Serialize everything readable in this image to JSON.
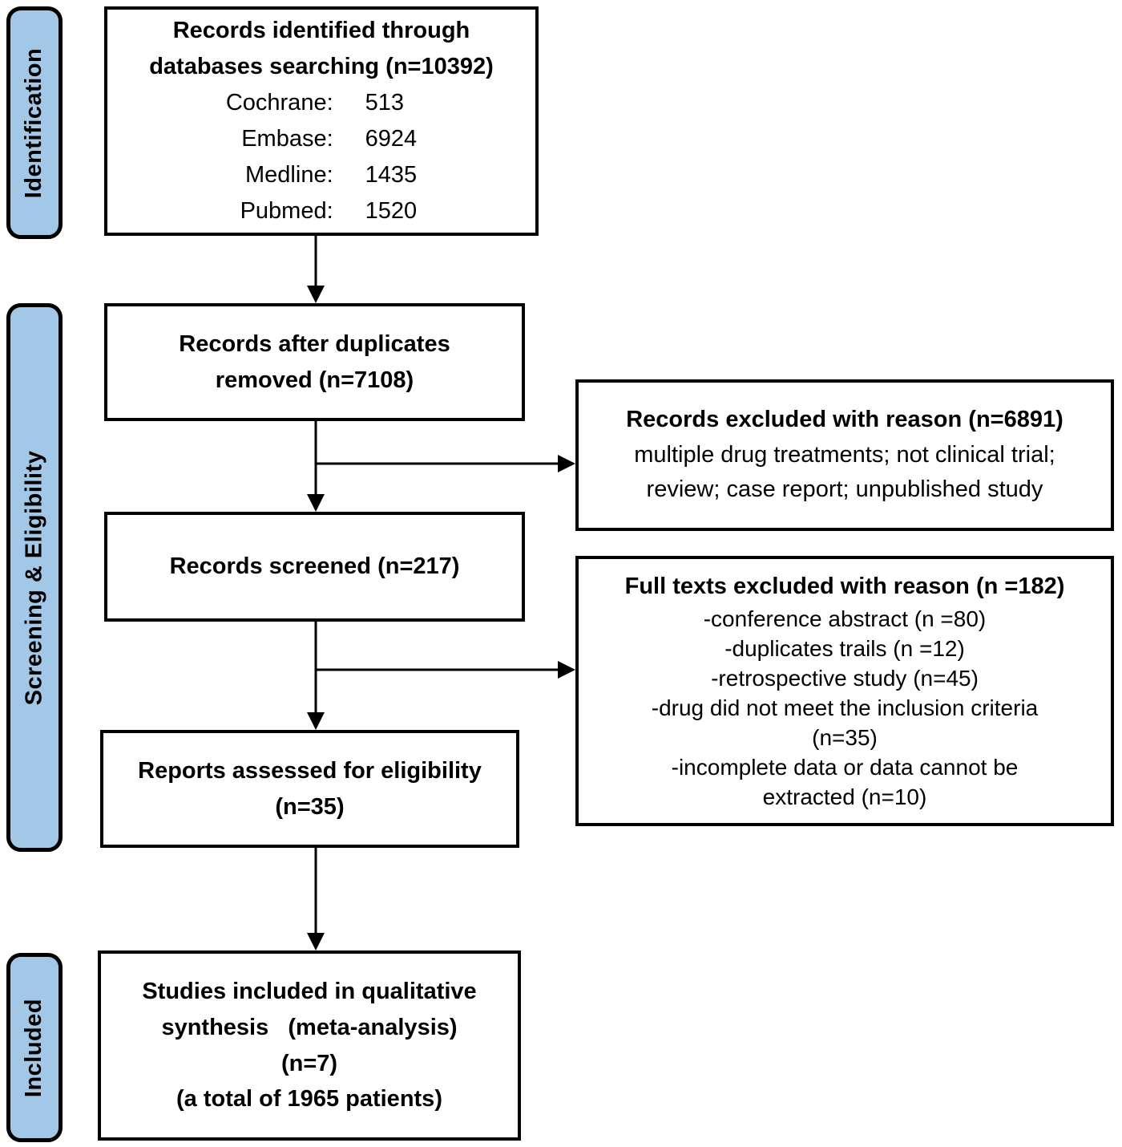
{
  "colors": {
    "sidebar_fill": "#A3C7E6",
    "border": "#000000",
    "background": "#FFFFFF"
  },
  "sidebar": [
    {
      "label": "Identification"
    },
    {
      "label": "Screening & Eligibility"
    },
    {
      "label": "Included"
    }
  ],
  "flow": {
    "identified": {
      "title": [
        "Records identified through",
        "databases searching (n=10392)"
      ],
      "sources": [
        {
          "label": "Cochrane:",
          "value": "513"
        },
        {
          "label": "Embase:",
          "value": "6924"
        },
        {
          "label": "Medline:",
          "value": "1435"
        },
        {
          "label": "Pubmed:",
          "value": "1520"
        }
      ]
    },
    "duplicates_removed": {
      "title": [
        "Records after duplicates",
        "removed (n=7108)"
      ]
    },
    "screened": {
      "title": [
        "Records screened (n=217)"
      ]
    },
    "assessed": {
      "title": [
        "Reports assessed for eligibility",
        "(n=35)"
      ]
    },
    "included": {
      "title": [
        "Studies included in qualitative",
        "synthesis   (meta-analysis)",
        "(n=7)",
        "(a total of 1965 patients)"
      ]
    }
  },
  "exclusions": {
    "records_excluded": {
      "title": "Records excluded with reason (n=6891)",
      "body": [
        "multiple drug treatments; not clinical trial;",
        "review; case report; unpublished study"
      ]
    },
    "fulltext_excluded": {
      "title": "Full texts excluded with reason (n =182)",
      "items": [
        "-conference abstract (n =80)",
        "-duplicates trails (n =12)",
        "-retrospective study (n=45)",
        "-drug did not meet the inclusion criteria\n(n=35)",
        "-incomplete data or data cannot be\nextracted (n=10)"
      ]
    }
  }
}
